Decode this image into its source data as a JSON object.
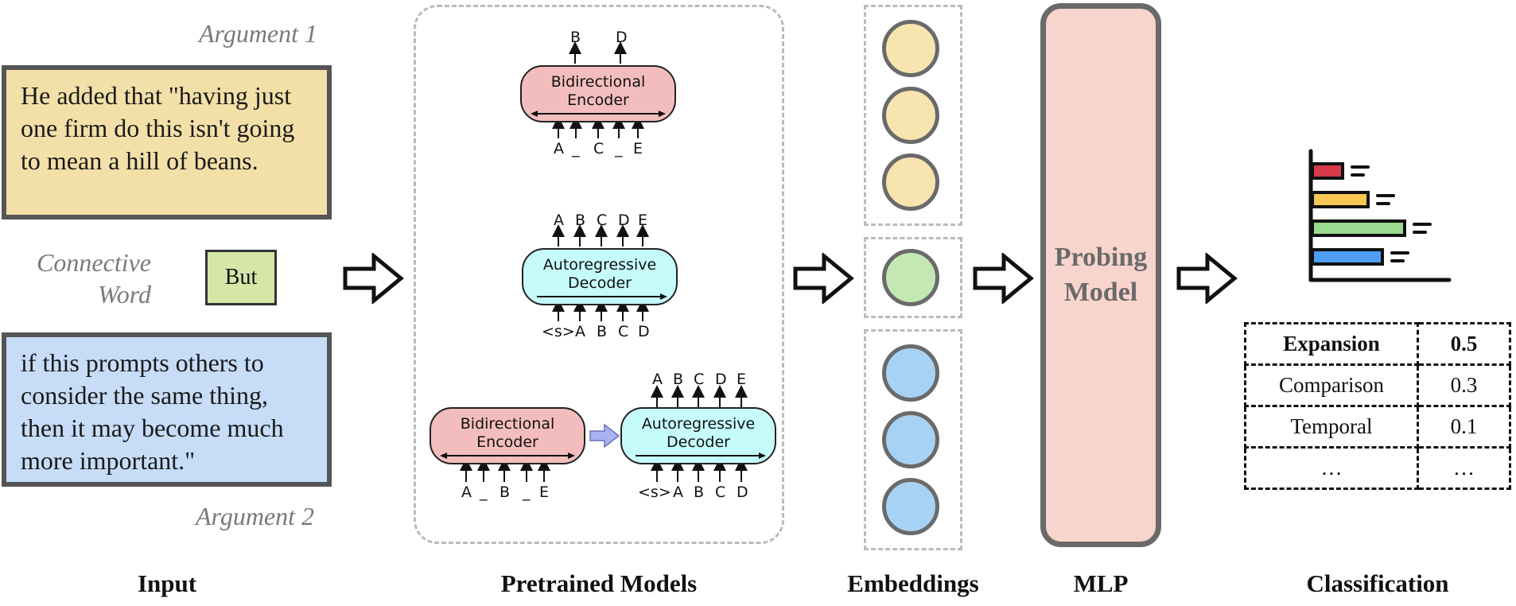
{
  "input": {
    "argument1_label": "Argument 1",
    "argument1_text": "He added that \"having just one firm do this isn't going to mean a hill of beans.",
    "connective_label_line1": "Connective",
    "connective_label_line2": "Word",
    "connective_word": "But",
    "argument2_label": "Argument 2",
    "argument2_text": "if this prompts others to consider the same thing, then it may become much more important.\""
  },
  "pretrained": {
    "encoder": {
      "top_tokens": [
        "B",
        "D"
      ],
      "name_line1": "Bidirectional",
      "name_line2": "Encoder",
      "bottom_tokens": [
        "A",
        "_",
        "C",
        "_",
        "E"
      ]
    },
    "decoder": {
      "top_tokens": [
        "A",
        "B",
        "C",
        "D",
        "E"
      ],
      "name_line1": "Autoregressive",
      "name_line2": "Decoder",
      "bottom_tokens": [
        "<s>",
        "A",
        "B",
        "C",
        "D"
      ]
    },
    "encdec": {
      "enc_name_line1": "Bidirectional",
      "enc_name_line2": "Encoder",
      "enc_bottom_tokens": [
        "A",
        "_",
        "B",
        "_",
        "E"
      ],
      "dec_name_line1": "Autoregressive",
      "dec_name_line2": "Decoder",
      "dec_top_tokens": [
        "A",
        "B",
        "C",
        "D",
        "E"
      ],
      "dec_bottom_tokens": [
        "<s>",
        "A",
        "B",
        "C",
        "D"
      ]
    }
  },
  "probing_model": {
    "line1": "Probing",
    "line2": "Model"
  },
  "classification": {
    "rows": [
      {
        "label": "Expansion",
        "value": "0.5",
        "bold": true
      },
      {
        "label": "Comparison",
        "value": "0.3",
        "bold": false
      },
      {
        "label": "Temporal",
        "value": "0.1",
        "bold": false
      },
      {
        "label": "…",
        "value": "…",
        "bold": false
      }
    ]
  },
  "captions": {
    "input": "Input",
    "pretrained": "Pretrained Models",
    "embeddings": "Embeddings",
    "mlp": "MLP",
    "classification": "Classification"
  },
  "colors": {
    "argument1_bg": "#f3e0a8",
    "argument2_bg": "#c6dcf7",
    "connective_bg": "#d5e6a7",
    "encoder_bg": "#f4bdbd",
    "decoder_bg": "#c6fbfb",
    "embed_yellow": "#f7e4ae",
    "embed_green": "#c4e8b3",
    "embed_blue": "#a8d2f4",
    "probe_bg": "#f8d5cc",
    "bar_red": "#d83a4c",
    "bar_yellow": "#f7c653",
    "bar_green": "#9bdb8f",
    "bar_blue": "#4d9df2"
  },
  "icons": [
    "right-arrow-icon",
    "bar-chart-icon"
  ]
}
